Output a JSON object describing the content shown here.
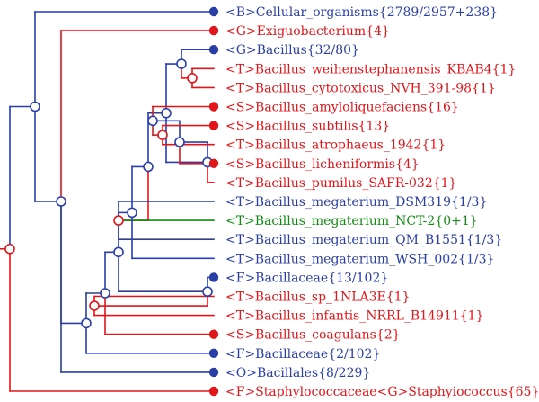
{
  "colors": {
    "blue": "#2a3fa6",
    "red": "#e0161b",
    "green": "#128a12"
  },
  "leaves": [
    {
      "label": "<B>Cellular_organisms{2789/2957+238}",
      "color": "blue",
      "marker": "filled"
    },
    {
      "label": "<G>Exiguobacterium{4}",
      "color": "red",
      "marker": "filled"
    },
    {
      "label": "<G>Bacillus{32/80}",
      "color": "blue",
      "marker": "filled"
    },
    {
      "label": "<T>Bacillus_weihenstephanensis_KBAB4{1}",
      "color": "red",
      "marker": "none"
    },
    {
      "label": "<T>Bacillus_cytotoxicus_NVH_391-98{1}",
      "color": "red",
      "marker": "none"
    },
    {
      "label": "<S>Bacillus_amyloliquefaciens{16}",
      "color": "red",
      "marker": "filled"
    },
    {
      "label": "<S>Bacillus_subtilis{13}",
      "color": "red",
      "marker": "filled"
    },
    {
      "label": "<T>Bacillus_atrophaeus_1942{1}",
      "color": "red",
      "marker": "none"
    },
    {
      "label": "<S>Bacillus_licheniformis{4}",
      "color": "red",
      "marker": "filled"
    },
    {
      "label": "<T>Bacillus_pumilus_SAFR-032{1}",
      "color": "red",
      "marker": "none"
    },
    {
      "label": "<T>Bacillus_megaterium_DSM319{1/3}",
      "color": "blue",
      "marker": "none"
    },
    {
      "label": "<T>Bacillus_megaterium_NCT-2{0+1}",
      "color": "green",
      "marker": "none"
    },
    {
      "label": "<T>Bacillus_megaterium_QM_B1551{1/3}",
      "color": "blue",
      "marker": "none"
    },
    {
      "label": "<T>Bacillus_megaterium_WSH_002{1/3}",
      "color": "blue",
      "marker": "none"
    },
    {
      "label": "<F>Bacillaceae{13/102}",
      "color": "blue",
      "marker": "filled"
    },
    {
      "label": "<T>Bacillus_sp_1NLA3E{1}",
      "color": "red",
      "marker": "none"
    },
    {
      "label": "<T>Bacillus_infantis_NRRL_B14911{1}",
      "color": "red",
      "marker": "none"
    },
    {
      "label": "<S>Bacillus_coagulans{2}",
      "color": "red",
      "marker": "filled"
    },
    {
      "label": "<F>Bacillaceae{2/102}",
      "color": "blue",
      "marker": "filled"
    },
    {
      "label": "<O>Bacillales{8/229}",
      "color": "blue",
      "marker": "filled"
    },
    {
      "label": "<F>Staphylococcaceae<G>Staphyiococcus{65}",
      "color": "red",
      "marker": "filled"
    }
  ],
  "tree": {
    "color": "red",
    "children": [
      {
        "color": "blue",
        "children": [
          {
            "leaf": 0,
            "color": "blue"
          },
          {
            "color": "blue",
            "children": [
              {
                "leaf": 1,
                "color": "red"
              },
              {
                "color": "blue",
                "children": [
                  {
                    "color": "blue",
                    "children": [
                      {
                        "color": "blue",
                        "children": [
                          {
                            "color": "blue",
                            "children": [
                              {
                                "color": "blue",
                                "children": [
                                  {
                                    "color": "blue",
                                    "children": [
                                      {
                                        "color": "blue",
                                        "children": [
                                          {
                                            "leaf": 2,
                                            "color": "blue"
                                          },
                                          {
                                            "color": "red",
                                            "children": [
                                              {
                                                "leaf": 3,
                                                "color": "red"
                                              },
                                              {
                                                "leaf": 4,
                                                "color": "red"
                                              }
                                            ]
                                          }
                                        ]
                                      },
                                      {
                                        "color": "blue",
                                        "children": [
                                          {
                                            "color": "blue",
                                            "children": [
                                              {
                                                "color": "blue",
                                                "children": [
                                                  {
                                                    "leaf": 5,
                                                    "color": "red"
                                                  },
                                                  {
                                                    "color": "red",
                                                    "children": [
                                                      {
                                                        "leaf": 6,
                                                        "color": "red"
                                                      },
                                                      {
                                                        "leaf": 7,
                                                        "color": "red"
                                                      }
                                                    ]
                                                  }
                                                ]
                                              },
                                              {
                                                "leaf": 8,
                                                "color": "red"
                                              }
                                            ]
                                          },
                                          {
                                            "leaf": 9,
                                            "color": "red"
                                          }
                                        ]
                                      }
                                    ]
                                  },
                                  {
                                    "color": "red",
                                    "children": [
                                      {
                                        "leaf": 10,
                                        "color": "blue"
                                      },
                                      {
                                        "leaf": 11,
                                        "color": "green"
                                      },
                                      {
                                        "leaf": 12,
                                        "color": "blue"
                                      }
                                    ]
                                  }
                                ]
                              },
                              {
                                "leaf": 13,
                                "color": "blue"
                              }
                            ]
                          },
                          {
                            "color": "blue",
                            "children": [
                              {
                                "leaf": 14,
                                "color": "blue"
                              },
                              {
                                "color": "red",
                                "children": [
                                  {
                                    "leaf": 15,
                                    "color": "red"
                                  },
                                  {
                                    "leaf": 16,
                                    "color": "red"
                                  }
                                ]
                              }
                            ]
                          }
                        ]
                      },
                      {
                        "leaf": 17,
                        "color": "red"
                      }
                    ]
                  },
                  {
                    "leaf": 18,
                    "color": "blue"
                  }
                ]
              },
              {
                "leaf": 19,
                "color": "blue"
              }
            ]
          }
        ]
      },
      {
        "leaf": 20,
        "color": "red"
      }
    ]
  }
}
